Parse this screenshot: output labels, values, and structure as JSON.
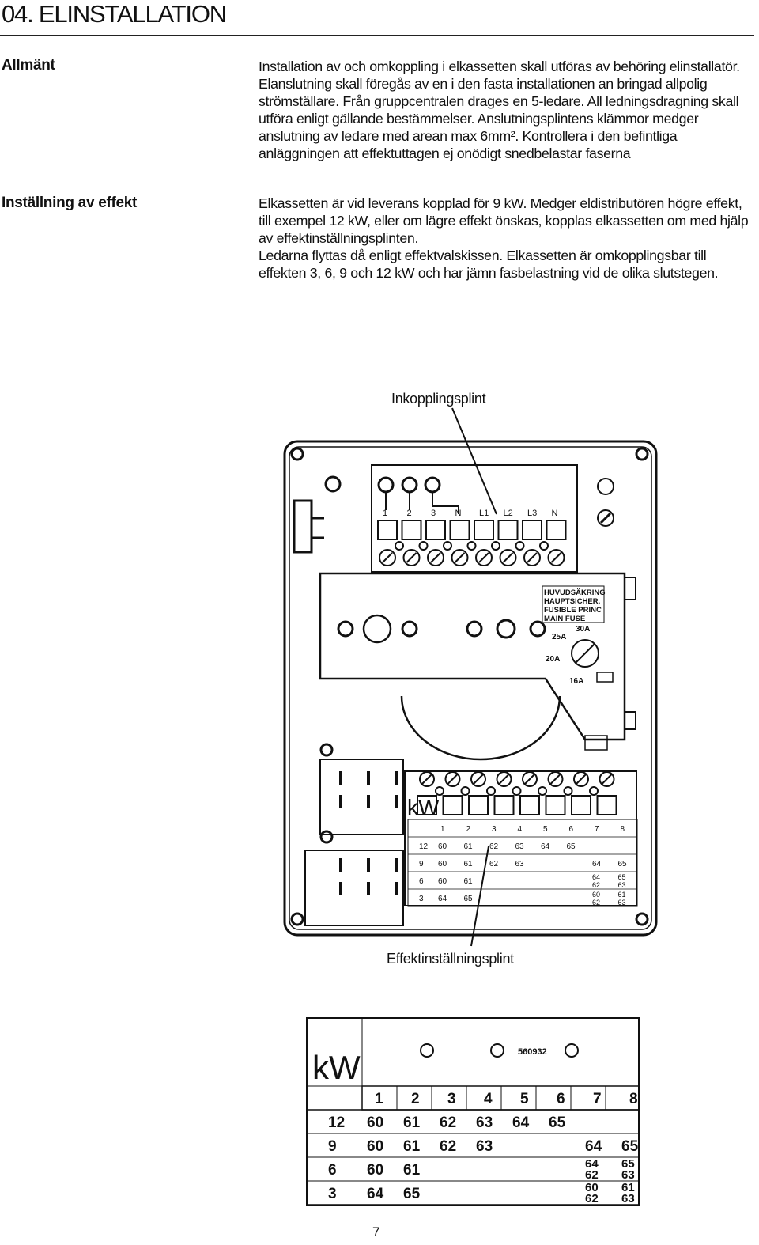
{
  "header": {
    "title": "04. ELINSTALLATION"
  },
  "sections": [
    {
      "heading": "Allmänt",
      "paragraphs": [
        "Installation av och omkoppling i elkassetten skall utföras av behöring elinstallatör. Elanslutning skall föregås av en i den fasta installationen an bringad allpolig strömställare. Från gruppcentralen drages en 5-ledare. All ledningsdragning skall utföra enligt gällande bestämmelser. Anslutningsplintens klämmor medger anslutning av ledare med arean max 6mm²."
      ],
      "paragraph_tail": "Kontrollera i den befintliga anläggningen att effektuttagen ej onödigt snedbelastar faserna"
    },
    {
      "heading": "Inställning av effekt",
      "paragraphs": [
        "Elkassetten är vid leverans kopplad för 9 kW. Medger eldistributören högre effekt, till exempel 12 kW, eller om lägre effekt önskas, kopplas elkassetten om med hjälp av effektinställningsplinten.",
        "Ledarna flyttas då enligt effektvalskissen. Elkassetten är omkopplingsbar till effekten 3, 6, 9 och 12 kW och har jämn fasbelastning vid de olika slutstegen."
      ]
    }
  ],
  "diagram": {
    "label_top": "Inkopplingsplint",
    "label_bottom": "Effektinställningsplint",
    "terminal_labels": [
      "1",
      "2",
      "3",
      "N",
      "L1",
      "L2",
      "L3",
      "N"
    ],
    "fuse_text": [
      "HUVUDSÄKRING",
      "HAUPTSICHER.",
      "FUSIBLE PRINC",
      "MAIN FUSE"
    ],
    "fuse_values": [
      "30A",
      "25A",
      "20A",
      "16A"
    ],
    "kw_label": "kW",
    "kw_table": {
      "columns": [
        "1",
        "2",
        "3",
        "4",
        "5",
        "6",
        "7",
        "8"
      ],
      "rows": [
        {
          "kw": "12",
          "cells": [
            "60",
            "61",
            "62",
            "63",
            "64",
            "65",
            "",
            ""
          ]
        },
        {
          "kw": "9",
          "cells": [
            "60",
            "61",
            "62",
            "63",
            "",
            "",
            "64",
            "65"
          ]
        },
        {
          "kw": "6",
          "cells": [
            "60",
            "61",
            "",
            "",
            "",
            "",
            "64\n62",
            "65\n63"
          ]
        },
        {
          "kw": "3",
          "cells": [
            "64",
            "65",
            "",
            "",
            "",
            "",
            "60\n62",
            "61\n63"
          ]
        }
      ]
    },
    "plate_code": "560932"
  },
  "page_number": "7"
}
